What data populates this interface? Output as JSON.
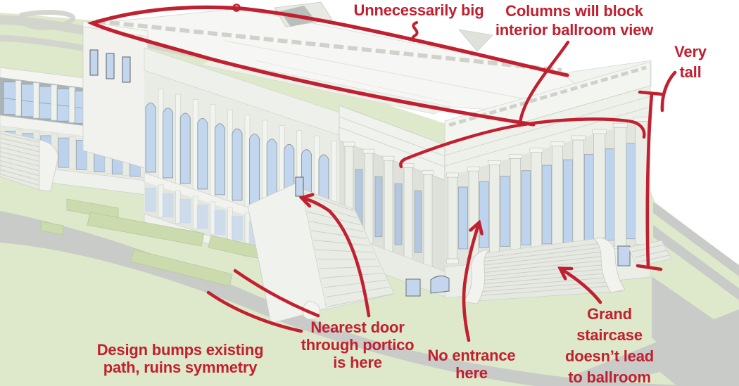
{
  "page": {
    "description": "Annotated 3D rendering of a neoclassical ballroom building with red design-critique callouts"
  },
  "colors": {
    "annotation_red": "#c0202f",
    "lawn_green": "#dee8ca",
    "path_gray": "#c8cbc7",
    "building_light": "#f1f3ee",
    "building_shadow": "#e3e6df",
    "window_blue": "#c2d6ee"
  },
  "annotations": {
    "unnecessarily_big": {
      "text": "Unnecessarily big"
    },
    "columns_block": {
      "line1": "Columns will block",
      "line2": "interior ballroom view"
    },
    "very_tall": {
      "line1": "Very",
      "line2": "tall"
    },
    "design_bumps": {
      "line1": "Design bumps existing",
      "line2": "path, ruins symmetry"
    },
    "nearest_door": {
      "line1": "Nearest door",
      "line2": "through portico",
      "line3": "is here"
    },
    "no_entrance": {
      "line1": "No entrance",
      "line2": "here"
    },
    "grand_staircase": {
      "line1": "Grand",
      "line2": "staircase",
      "line3": "doesn’t lead",
      "line4": "to ballroom"
    }
  }
}
